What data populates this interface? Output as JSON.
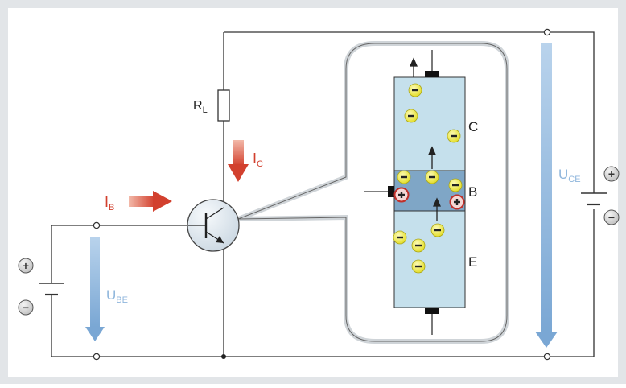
{
  "labels": {
    "rl_main": "R",
    "rl_sub": "L",
    "ic_main": "I",
    "ic_sub": "C",
    "ib_main": "I",
    "ib_sub": "B",
    "ube_main": "U",
    "ube_sub": "BE",
    "uce_main": "U",
    "uce_sub": "CE",
    "region_c": "C",
    "region_b": "B",
    "region_e": "E"
  },
  "symbols": {
    "plus": "+",
    "minus": "−"
  },
  "colors": {
    "frame": "#e2e5e8",
    "panel": "#ffffff",
    "wire": "#333333",
    "arrow_red": "#d2402e",
    "arrow_blue": "#8fb6dc",
    "label_blue": "#8fb6dc",
    "semiconductor_c_e": "#c5e0ec",
    "semiconductor_b": "#7fa6c6",
    "electron": "#eeeb36",
    "hole_ring": "#c0302a"
  }
}
